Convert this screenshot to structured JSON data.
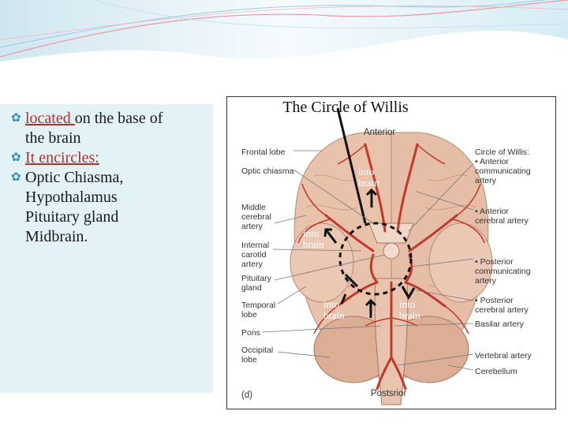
{
  "text_panel": {
    "bullet1_red": "located ",
    "bullet1_rest": "on the base of",
    "bullet1_cont": "the brain",
    "bullet2": "It encircles:",
    "bullet3": "Optic Chiasma,",
    "line_hypothalamus": "Hypothalamus",
    "line_pituitary": "Pituitary gland",
    "line_midbrain": "Midbrain."
  },
  "figure": {
    "title": "The Circle of Willis",
    "anterior": "Anterior",
    "posterior": "Postsrior",
    "panel_letter": "(d)",
    "left_labels": {
      "frontal_lobe": "Frontal lobe",
      "optic_chiasma": "Optic chiasma",
      "middle_cerebral": "Middle\ncerebral\nartery",
      "internal_carotid": "Internal\ncarotid\nartery",
      "pituitary": "Pituitary\ngland",
      "temporal_lobe": "Temporal\nlobe",
      "pons": "Pons",
      "occipital_lobe": "Occipital\nlobe"
    },
    "right_labels": {
      "circle_of_willis": "Circle of Willis:",
      "anterior_communicating": "• Anterior\ncommunicating\nartery",
      "anterior_cerebral": "• Anterior\ncerebral artery",
      "posterior_communicating": "• Posterior\ncommunicating\nartery",
      "posterior_cerebral": "• Posterior\ncerebral artery",
      "basilar": "Basilar artery",
      "vertebral": "Vertebral artery",
      "cerebellum": "Cerebellum"
    },
    "annotations": {
      "into_brain_top": "into\nbrain",
      "into_brain_left": "into\nbrain",
      "into_brain_bottom_left": "into\nbrain",
      "into_brain_bottom_right": "into\nbrain"
    }
  }
}
